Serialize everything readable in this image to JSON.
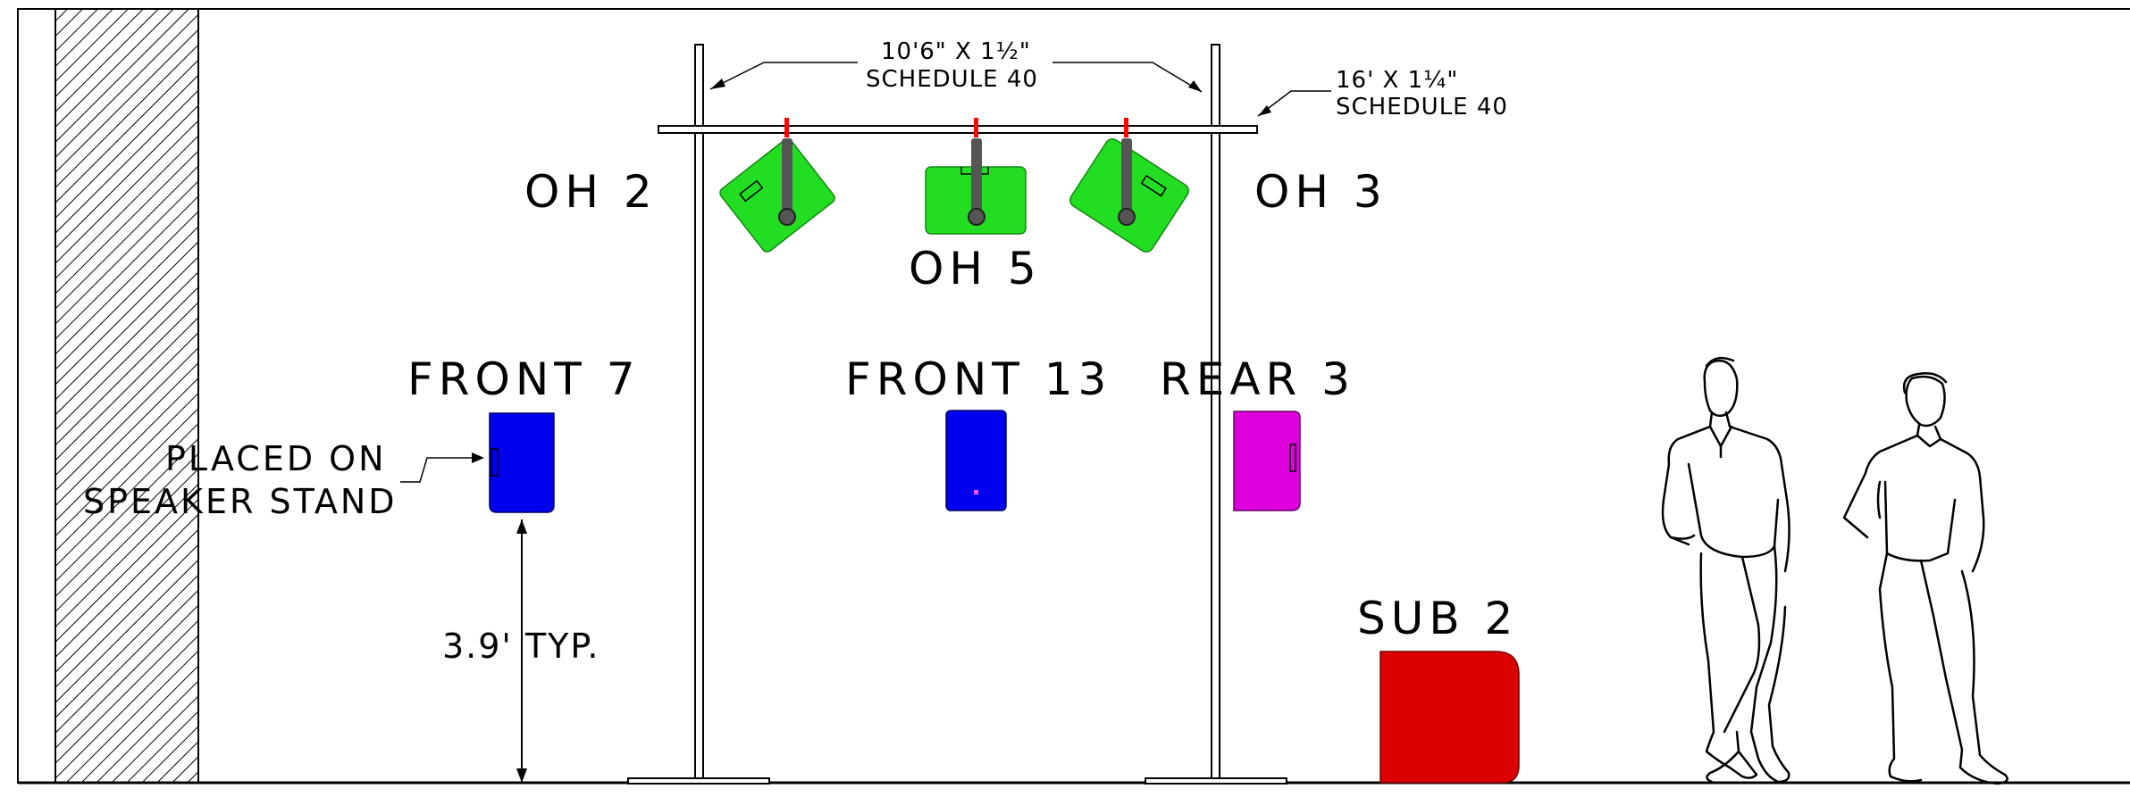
{
  "drawing": {
    "labels": {
      "oh2": "OH 2",
      "oh3": "OH 3",
      "oh5": "OH 5",
      "front7": "FRONT 7",
      "front13": "FRONT 13",
      "rear3": "REAR 3",
      "sub2": "SUB 2"
    },
    "notes": {
      "pipe_main_line1": "10'6\" X 1½\"",
      "pipe_main_line2": "SCHEDULE 40",
      "pipe_cross_line1": "16' X 1¼\"",
      "pipe_cross_line2": "SCHEDULE 40",
      "stand_line1": "PLACED ON",
      "stand_line2": "SPEAKER STAND",
      "height": "3.9' TYP."
    },
    "colors": {
      "overhead_speaker": "#22dd22",
      "front_speaker": "#0000ee",
      "rear_speaker": "#dd00dd",
      "sub_speaker": "#dd0000",
      "clamp": "#555555",
      "clamp_tip": "#ff0000",
      "wall_hatch": "#000000"
    }
  }
}
